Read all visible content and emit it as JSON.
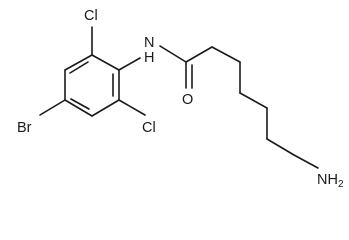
{
  "molecule": {
    "atoms": {
      "nh": "N\nH",
      "nh_n": "N",
      "nh_h": "H",
      "o": "O",
      "cl_top": "Cl",
      "cl_bottom": "Cl",
      "br": "Br",
      "amine_n": "NH",
      "amine_sub": "2"
    }
  }
}
